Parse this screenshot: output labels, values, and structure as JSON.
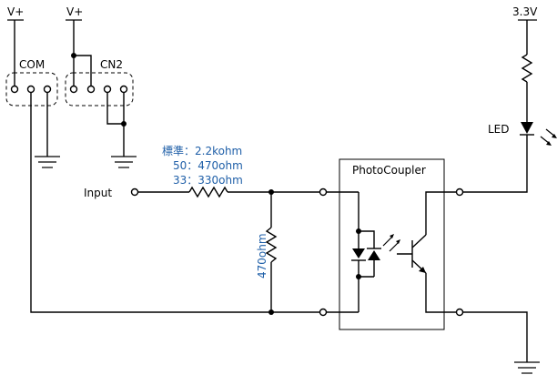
{
  "labels": {
    "vplus_left": "V+",
    "vplus_cn2": "V+",
    "com": "COM",
    "cn2": "CN2",
    "supply": "3.3V",
    "led": "LED",
    "input": "Input",
    "photocoupler": "PhotoCoupler"
  },
  "resistor_note": {
    "line1": "標準：2.2kohm",
    "line2": "50：470ohm",
    "line3": "33：330ohm"
  },
  "shunt_resistor": "470ohm",
  "colors": {
    "wire": "#000000",
    "annotation": "#1f5fa8"
  }
}
